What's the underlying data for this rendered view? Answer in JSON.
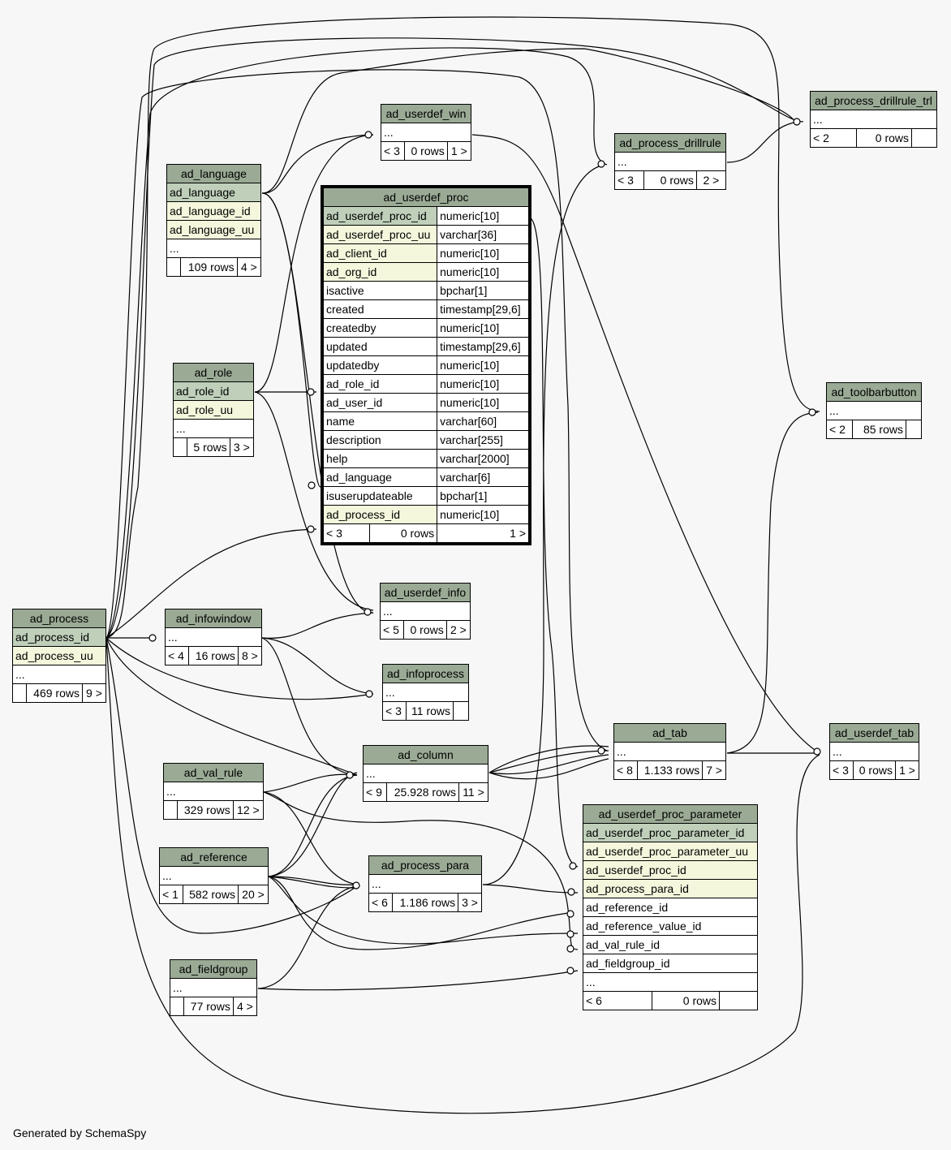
{
  "footer": "Generated by SchemaSpy",
  "tables": {
    "ad_process": {
      "name": "ad_process",
      "cols": [
        "ad_process_id",
        "ad_process_uu",
        "..."
      ],
      "rows": "469 rows",
      "children": "9 >"
    },
    "ad_language": {
      "name": "ad_language",
      "cols": [
        "ad_language",
        "ad_language_id",
        "ad_language_uu",
        "..."
      ],
      "rows": "109 rows",
      "children": "4 >"
    },
    "ad_role": {
      "name": "ad_role",
      "cols": [
        "ad_role_id",
        "ad_role_uu",
        "..."
      ],
      "rows": "5 rows",
      "children": "3 >"
    },
    "ad_userdef_win": {
      "name": "ad_userdef_win",
      "col": "...",
      "parents": "< 3",
      "rows": "0 rows",
      "children": "1 >"
    },
    "ad_userdef_proc": {
      "name": "ad_userdef_proc",
      "cols": [
        [
          "ad_userdef_proc_id",
          "numeric[10]"
        ],
        [
          "ad_userdef_proc_uu",
          "varchar[36]"
        ],
        [
          "ad_client_id",
          "numeric[10]"
        ],
        [
          "ad_org_id",
          "numeric[10]"
        ],
        [
          "isactive",
          "bpchar[1]"
        ],
        [
          "created",
          "timestamp[29,6]"
        ],
        [
          "createdby",
          "numeric[10]"
        ],
        [
          "updated",
          "timestamp[29,6]"
        ],
        [
          "updatedby",
          "numeric[10]"
        ],
        [
          "ad_role_id",
          "numeric[10]"
        ],
        [
          "ad_user_id",
          "numeric[10]"
        ],
        [
          "name",
          "varchar[60]"
        ],
        [
          "description",
          "varchar[255]"
        ],
        [
          "help",
          "varchar[2000]"
        ],
        [
          "ad_language",
          "varchar[6]"
        ],
        [
          "isuserupdateable",
          "bpchar[1]"
        ],
        [
          "ad_process_id",
          "numeric[10]"
        ]
      ],
      "parents": "< 3",
      "rows": "0 rows",
      "children": "1 >"
    },
    "ad_process_drillrule": {
      "name": "ad_process_drillrule",
      "col": "...",
      "parents": "< 3",
      "rows": "0 rows",
      "children": "2 >"
    },
    "ad_process_drillrule_trl": {
      "name": "ad_process_drillrule_trl",
      "col": "...",
      "parents": "< 2",
      "rows": "0 rows",
      "children": ""
    },
    "ad_toolbarbutton": {
      "name": "ad_toolbarbutton",
      "col": "...",
      "parents": "< 2",
      "rows": "85 rows",
      "children": ""
    },
    "ad_infowindow": {
      "name": "ad_infowindow",
      "col": "...",
      "parents": "< 4",
      "rows": "16 rows",
      "children": "8 >"
    },
    "ad_userdef_info": {
      "name": "ad_userdef_info",
      "col": "...",
      "parents": "< 5",
      "rows": "0 rows",
      "children": "2 >"
    },
    "ad_infoprocess": {
      "name": "ad_infoprocess",
      "col": "...",
      "parents": "< 3",
      "rows": "11 rows",
      "children": ""
    },
    "ad_val_rule": {
      "name": "ad_val_rule",
      "col": "...",
      "rows": "329 rows",
      "children": "12 >"
    },
    "ad_column": {
      "name": "ad_column",
      "col": "...",
      "parents": "< 9",
      "rows": "25.928 rows",
      "children": "11 >"
    },
    "ad_tab": {
      "name": "ad_tab",
      "col": "...",
      "parents": "< 8",
      "rows": "1.133 rows",
      "children": "7 >"
    },
    "ad_userdef_tab": {
      "name": "ad_userdef_tab",
      "col": "...",
      "parents": "< 3",
      "rows": "0 rows",
      "children": "1 >"
    },
    "ad_reference": {
      "name": "ad_reference",
      "col": "...",
      "parents": "< 1",
      "rows": "582 rows",
      "children": "20 >"
    },
    "ad_process_para": {
      "name": "ad_process_para",
      "col": "...",
      "parents": "< 6",
      "rows": "1.186 rows",
      "children": "3 >"
    },
    "ad_userdef_proc_parameter": {
      "name": "ad_userdef_proc_parameter",
      "cols": [
        "ad_userdef_proc_parameter_id",
        "ad_userdef_proc_parameter_uu",
        "ad_userdef_proc_id",
        "ad_process_para_id",
        "ad_reference_id",
        "ad_reference_value_id",
        "ad_val_rule_id",
        "ad_fieldgroup_id",
        "..."
      ],
      "parents": "< 6",
      "rows": "0 rows",
      "children": ""
    },
    "ad_fieldgroup": {
      "name": "ad_fieldgroup",
      "col": "...",
      "rows": "77 rows",
      "children": "4 >"
    }
  }
}
